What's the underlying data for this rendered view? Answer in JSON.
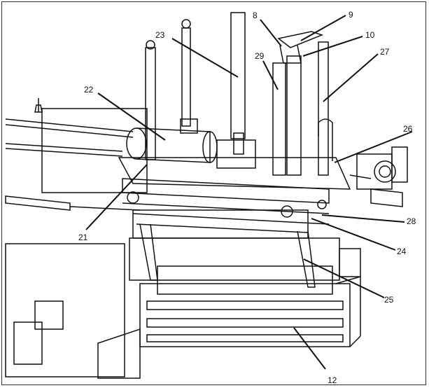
{
  "figure": {
    "labels": [
      {
        "id": "8",
        "text": "8"
      },
      {
        "id": "9",
        "text": "9"
      },
      {
        "id": "10",
        "text": "10"
      },
      {
        "id": "27",
        "text": "27"
      },
      {
        "id": "23",
        "text": "23"
      },
      {
        "id": "29",
        "text": "29"
      },
      {
        "id": "22",
        "text": "22"
      },
      {
        "id": "26",
        "text": "26"
      },
      {
        "id": "21",
        "text": "21"
      },
      {
        "id": "28",
        "text": "28"
      },
      {
        "id": "24",
        "text": "24"
      },
      {
        "id": "25",
        "text": "25"
      },
      {
        "id": "12",
        "text": "12"
      }
    ]
  }
}
